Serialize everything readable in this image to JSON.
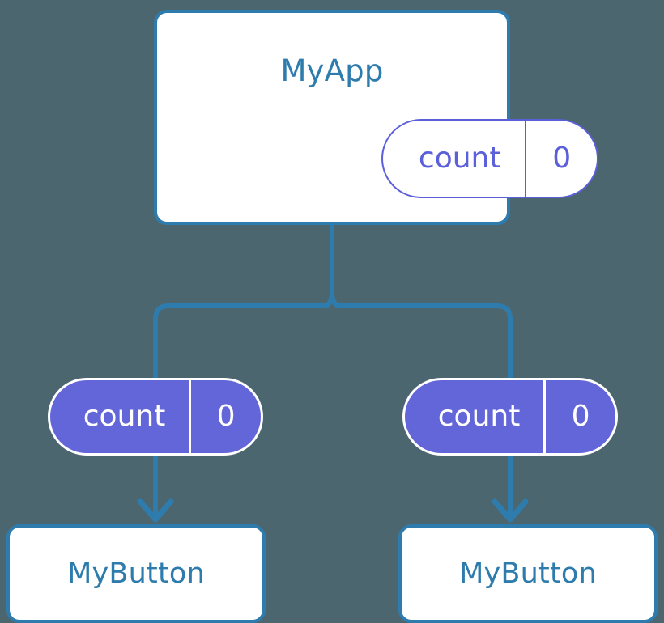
{
  "diagram": {
    "title_visible": false,
    "background_color": "#4c6670",
    "accent_blue": "#2e7cad",
    "accent_purple": "#6366d8",
    "purple_outline": "#5b5fd9",
    "white": "#ffffff"
  },
  "root": {
    "name": "MyApp",
    "state": {
      "key": "count",
      "value": "0"
    }
  },
  "children": [
    {
      "props": {
        "key": "count",
        "value": "0"
      },
      "component": {
        "name": "MyButton"
      }
    },
    {
      "props": {
        "key": "count",
        "value": "0"
      },
      "component": {
        "name": "MyButton"
      }
    }
  ],
  "connectors": {
    "root_to_split": "vertical-line",
    "split_junction": "inverted-v",
    "branch_left": "rounded-elbow",
    "branch_right": "rounded-elbow",
    "props_to_component": "down-arrow"
  }
}
